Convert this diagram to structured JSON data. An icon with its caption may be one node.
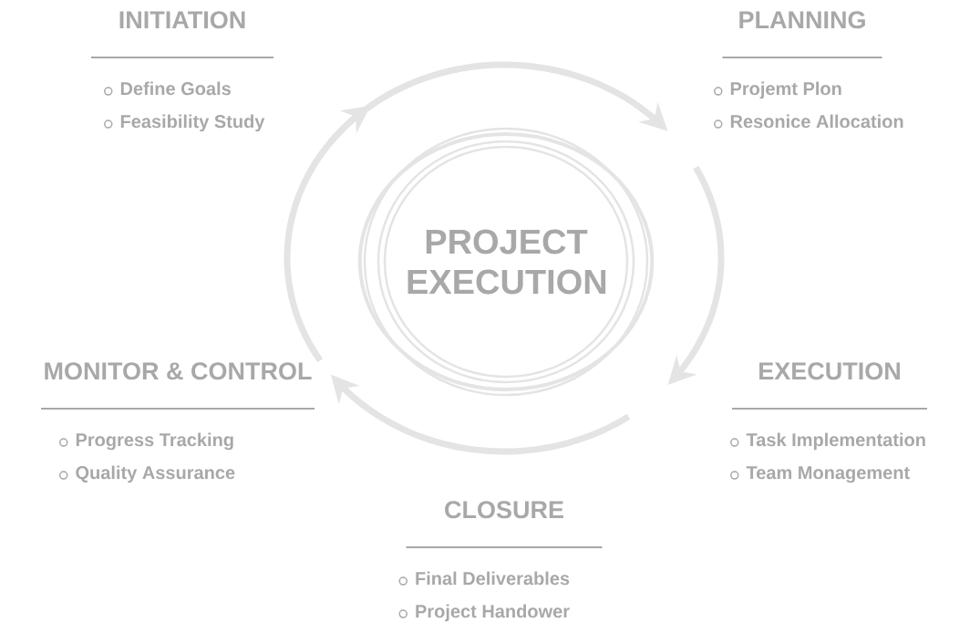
{
  "diagram": {
    "nodes": [
      {
        "text": [
          "INITIATION",
          "Define Goals",
          "Feasibility Study"
        ]
      },
      {
        "text": [
          "PLANNING",
          "Projemt Plon",
          "Resonice Allocation"
        ]
      },
      {
        "text": [
          "PROJECT EXECUTION"
        ]
      },
      {
        "text": [
          "MONITOR & CONTROL",
          "Progress Tracking",
          "Quality Assurance"
        ]
      },
      {
        "text": [
          "EXECUTION",
          "Task Implementation",
          "Team Monagement"
        ]
      },
      {
        "text": [
          "CLOSURE",
          "Final Deliverables",
          "Project Handower"
        ]
      }
    ]
  }
}
